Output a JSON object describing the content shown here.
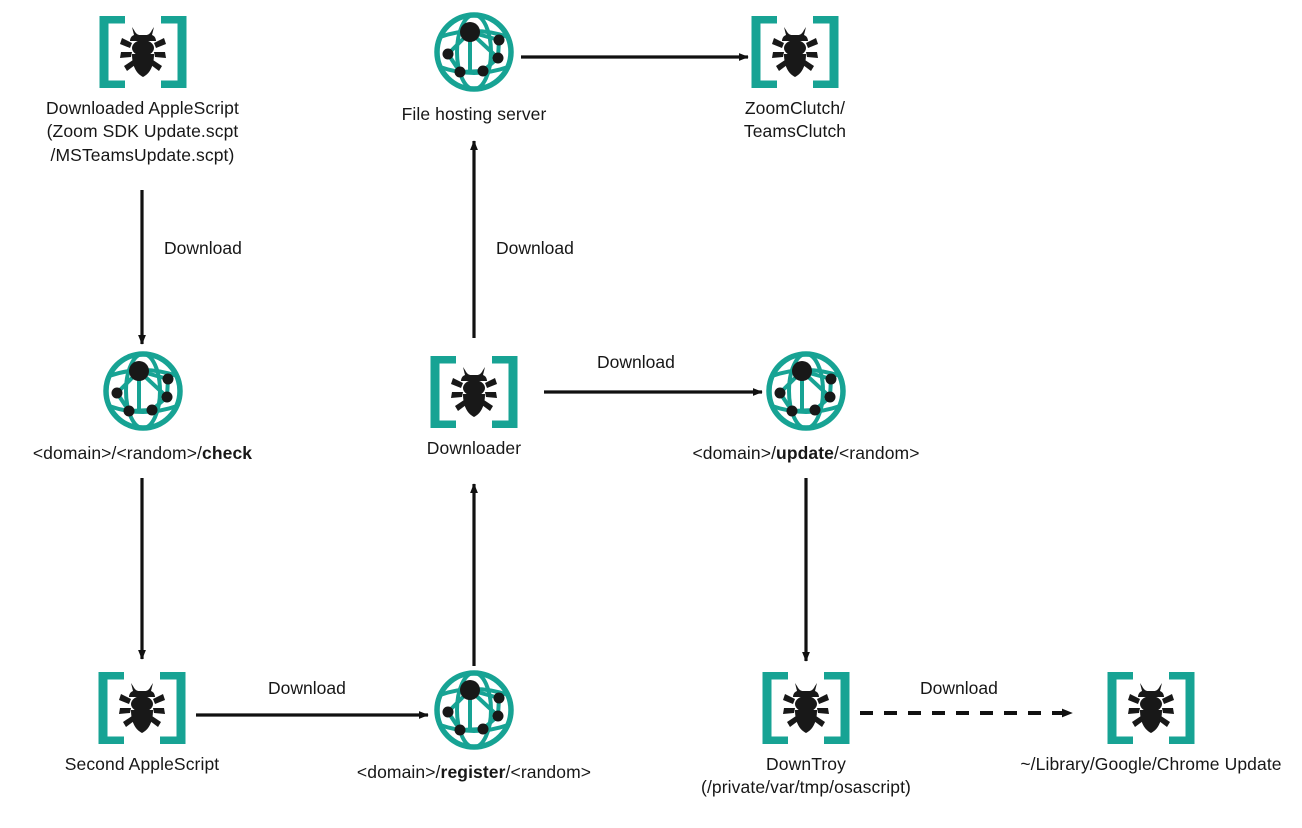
{
  "diagram": {
    "title": "macOS AppleScript malware infection chain",
    "colors": {
      "accent_teal": "#17A394",
      "ink": "#171717",
      "background": "#FFFFFF"
    },
    "nodes": [
      {
        "id": "downloaded-applescript",
        "icon": "bug-bracket-icon",
        "label": "Downloaded AppleScript\n(Zoom SDK Update.scpt\n/MSTeamsUpdate.scpt)"
      },
      {
        "id": "file-hosting-server",
        "icon": "network-globe-icon",
        "label": "File hosting server"
      },
      {
        "id": "zoomclutch-teamsclutch",
        "icon": "bug-bracket-icon",
        "label": "ZoomClutch/\nTeamsClutch"
      },
      {
        "id": "domain-random-check",
        "icon": "network-globe-icon",
        "label": "<domain>/<random>/check",
        "label_bold_part": "check"
      },
      {
        "id": "downloader",
        "icon": "bug-bracket-icon",
        "label": "Downloader"
      },
      {
        "id": "domain-update-random",
        "icon": "network-globe-icon",
        "label": "<domain>/update/<random>",
        "label_bold_part": "update"
      },
      {
        "id": "second-applescript",
        "icon": "bug-bracket-icon",
        "label": "Second AppleScript"
      },
      {
        "id": "domain-register-random",
        "icon": "network-globe-icon",
        "label": "<domain>/register/<random>",
        "label_bold_part": "register"
      },
      {
        "id": "downtroy",
        "icon": "bug-bracket-icon",
        "label": "DownTroy\n(/private/var/tmp/osascript)"
      },
      {
        "id": "chrome-update-path",
        "icon": "bug-bracket-icon",
        "label": "~/Library/Google/Chrome Update"
      }
    ],
    "edges": [
      {
        "id": "e1",
        "from": "file-hosting-server",
        "to": "zoomclutch-teamsclutch",
        "label": "",
        "style": "solid",
        "direction": "right"
      },
      {
        "id": "e2",
        "from": "downloaded-applescript",
        "to": "domain-random-check",
        "label": "Download",
        "style": "solid",
        "direction": "down"
      },
      {
        "id": "e3",
        "from": "downloader",
        "to": "file-hosting-server",
        "label": "Download",
        "style": "solid",
        "direction": "up"
      },
      {
        "id": "e4",
        "from": "downloader",
        "to": "domain-update-random",
        "label": "Download",
        "style": "solid",
        "direction": "right"
      },
      {
        "id": "e5",
        "from": "domain-random-check",
        "to": "second-applescript",
        "label": "",
        "style": "solid",
        "direction": "down"
      },
      {
        "id": "e6",
        "from": "domain-update-random",
        "to": "downtroy",
        "label": "",
        "style": "solid",
        "direction": "down"
      },
      {
        "id": "e7",
        "from": "second-applescript",
        "to": "domain-register-random",
        "label": "Download",
        "style": "solid",
        "direction": "right"
      },
      {
        "id": "e8",
        "from": "domain-register-random",
        "to": "downloader",
        "label": "",
        "style": "solid",
        "direction": "up"
      },
      {
        "id": "e9",
        "from": "downtroy",
        "to": "chrome-update-path",
        "label": "Download",
        "style": "dashed",
        "direction": "right"
      }
    ],
    "edge_labels": {
      "l1": "Download",
      "l2": "Download",
      "l3": "Download",
      "l4": "Download",
      "l5": "Download"
    },
    "node_labels": {
      "n0_line1": "Downloaded AppleScript",
      "n0_line2": "(Zoom SDK Update.scpt",
      "n0_line3": "/MSTeamsUpdate.scpt)",
      "n1": "File hosting server",
      "n2_line1": "ZoomClutch/",
      "n2_line2": "TeamsClutch",
      "n3_pre": "<domain>/<random>/",
      "n3_bold": "check",
      "n3_post": "",
      "n4": "Downloader",
      "n5_pre": "<domain>/",
      "n5_bold": "update",
      "n5_post": "/<random>",
      "n6": "Second AppleScript",
      "n7_pre": "<domain>/",
      "n7_bold": "register",
      "n7_post": "/<random>",
      "n8_line1": "DownTroy",
      "n8_line2": "(/private/var/tmp/osascript)",
      "n9": "~/Library/Google/Chrome Update"
    }
  }
}
